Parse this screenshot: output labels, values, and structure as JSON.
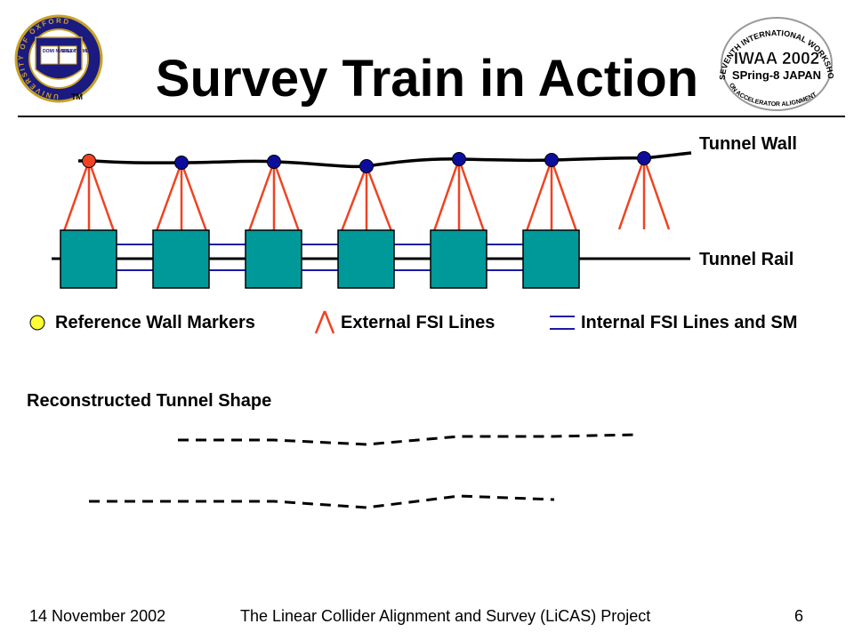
{
  "slide": {
    "title": "Survey Train in Action",
    "wall_label": "Tunnel Wall",
    "rail_label": "Tunnel Rail",
    "legend": {
      "markers": "Reference Wall Markers",
      "external": "External FSI Lines",
      "internal": "Internal FSI Lines and SM"
    },
    "reconstructed_label": "Reconstructed Tunnel Shape",
    "logo_left": {
      "ring_text": "UNIVERSITY OF OXFORD",
      "book_left": "DOMI NVS ILLV",
      "book_right": "MINA TIO MEA",
      "tm": "TM"
    },
    "logo_right": {
      "top_arc": "SEVENTH INTERNATIONAL WORKSHOP",
      "line1": "IWAA 2002",
      "line2": "SPring-8 JAPAN",
      "bottom_arc": "ON ACCELERATOR ALIGNMENT"
    }
  },
  "footer": {
    "date": "14 November 2002",
    "project": "The Linear Collider Alignment and Survey (LiCAS)  Project",
    "page": "6"
  },
  "colors": {
    "marker_blue": "#0d0d9c",
    "marker_red": "#ee4422",
    "external_line": "#ee4422",
    "car_fill": "#009999",
    "internal_line": "#1a1aa6",
    "legend_circle": "#ffff33"
  }
}
